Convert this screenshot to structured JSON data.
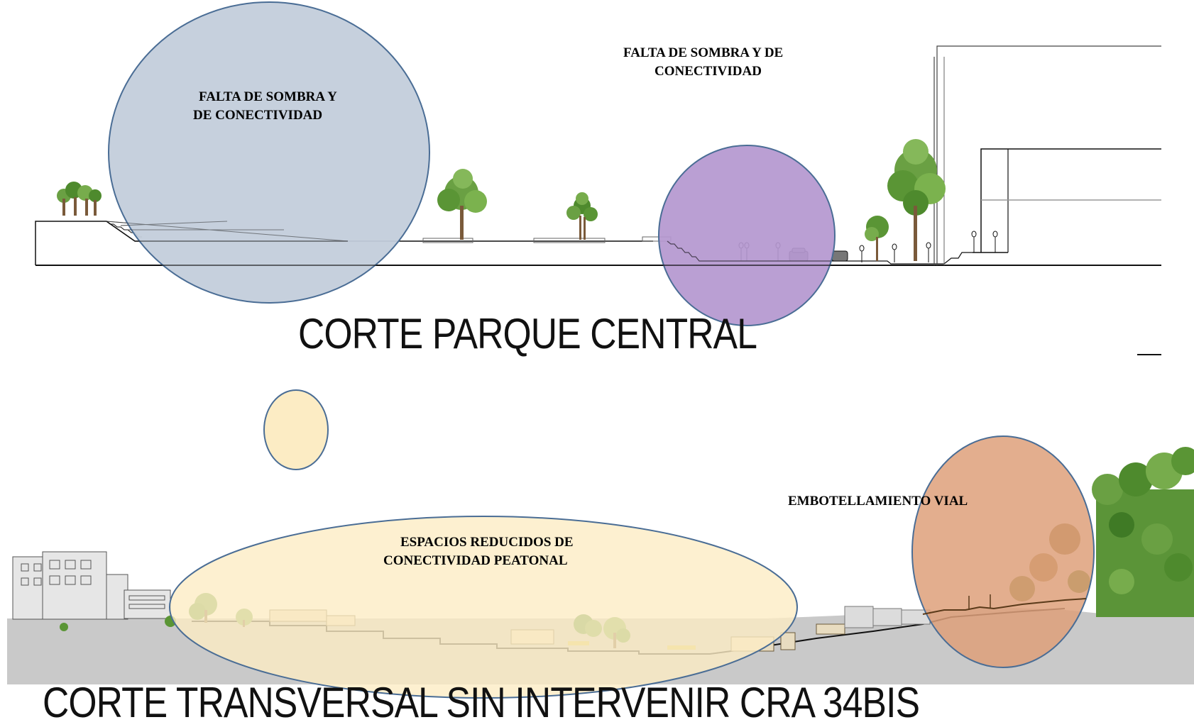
{
  "sections": {
    "top": {
      "title": "CORTE PARQUE CENTRAL",
      "note_1_line_1": "FALTA DE SOMBRA Y",
      "note_1_line_2": "DE CONECTIVIDAD",
      "note_2_line_1": "FALTA DE SOMBRA Y DE",
      "note_2_line_2": "CONECTIVIDAD"
    },
    "bottom": {
      "title": "CORTE TRANSVERSAL SIN INTERVENIR CRA 34BIS",
      "note_1_line_1": "ESPACIOS REDUCIDOS DE",
      "note_1_line_2": "CONECTIVIDAD PEATONAL",
      "note_2": "EMBOTELLAMIENTO VIAL"
    }
  },
  "colors": {
    "gray_blue_circle": "#c3cedb",
    "purple_circle": "#b497cf",
    "cream_circle": "#fcecc4",
    "orange_circle": "#dea07a",
    "circle_outline": "#4a6d95",
    "tree_green": "#5f9a3a",
    "tree_trunk": "#7a5a3a",
    "ground_gray": "#c9c9c9",
    "line_black": "#111111"
  }
}
